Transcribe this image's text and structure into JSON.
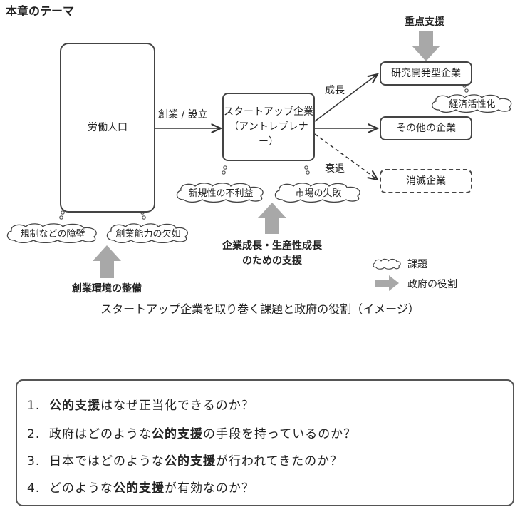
{
  "header": {
    "title": "本章のテーマ"
  },
  "diagram": {
    "labor": "労働人口",
    "startup_line1": "スタートアップ企業",
    "startup_line2": "（アントレプレナー）",
    "research": "研究開発型企業",
    "other": "その他の企業",
    "extinct": "消滅企業",
    "edge_found": "創業 / 設立",
    "edge_growth": "成長",
    "edge_decline": "衰退",
    "cloud_regulation": "規制などの障壁",
    "cloud_skill": "創業能力の欠如",
    "cloud_new": "新規性の不利益",
    "cloud_market": "市場の失敗",
    "cloud_economy": "経済活性化",
    "support_top": "重点支援",
    "support_mid_1": "企業成長・生産性成長",
    "support_mid_2": "のための支援",
    "support_left": "創業環境の整備",
    "legend_issue": "課題",
    "legend_gov": "政府の役割",
    "caption": "スタートアップ企業を取り巻く課題と政府の役割（イメージ）"
  },
  "questions": [
    {
      "num": "1.",
      "pre": "",
      "bold": "公的支援",
      "post": "はなぜ正当化できるのか？"
    },
    {
      "num": "2.",
      "pre": "政府はどのような",
      "bold": "公的支援",
      "post": "の手段を持っているのか？"
    },
    {
      "num": "3.",
      "pre": "日本ではどのような",
      "bold": "公的支援",
      "post": "が行われてきたのか？"
    },
    {
      "num": "4.",
      "pre": "どのような",
      "bold": "公的支援",
      "post": "が有効なのか？"
    }
  ]
}
